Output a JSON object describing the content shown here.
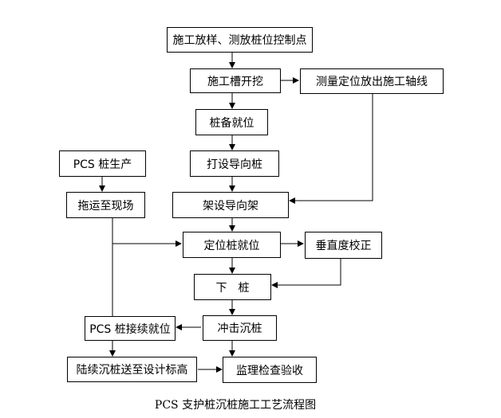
{
  "nodes": {
    "survey_points": "施工放样、测放桩位控制点",
    "trench": "施工槽开挖",
    "axis_lines": "测量定位放出施工轴线",
    "pile_ready": "桩备就位",
    "guide_pile": "打设导向桩",
    "pcs_production": "PCS 桩生产",
    "transport": "拖运至现场",
    "guide_frame": "架设导向架",
    "positioning": "定位桩就位",
    "verticality": "垂直度校正",
    "lowering": "下　桩",
    "pcs_splice": "PCS 桩接续就位",
    "impact_sinking": "冲击沉桩",
    "continue_sinking": "陆续沉桩送至设计标高",
    "inspection": "监理检查验收"
  },
  "caption": "PCS 支护桩沉桩施工工艺流程图",
  "colors": {
    "line": "#000000",
    "box_border": "#000000",
    "background": "#ffffff"
  }
}
